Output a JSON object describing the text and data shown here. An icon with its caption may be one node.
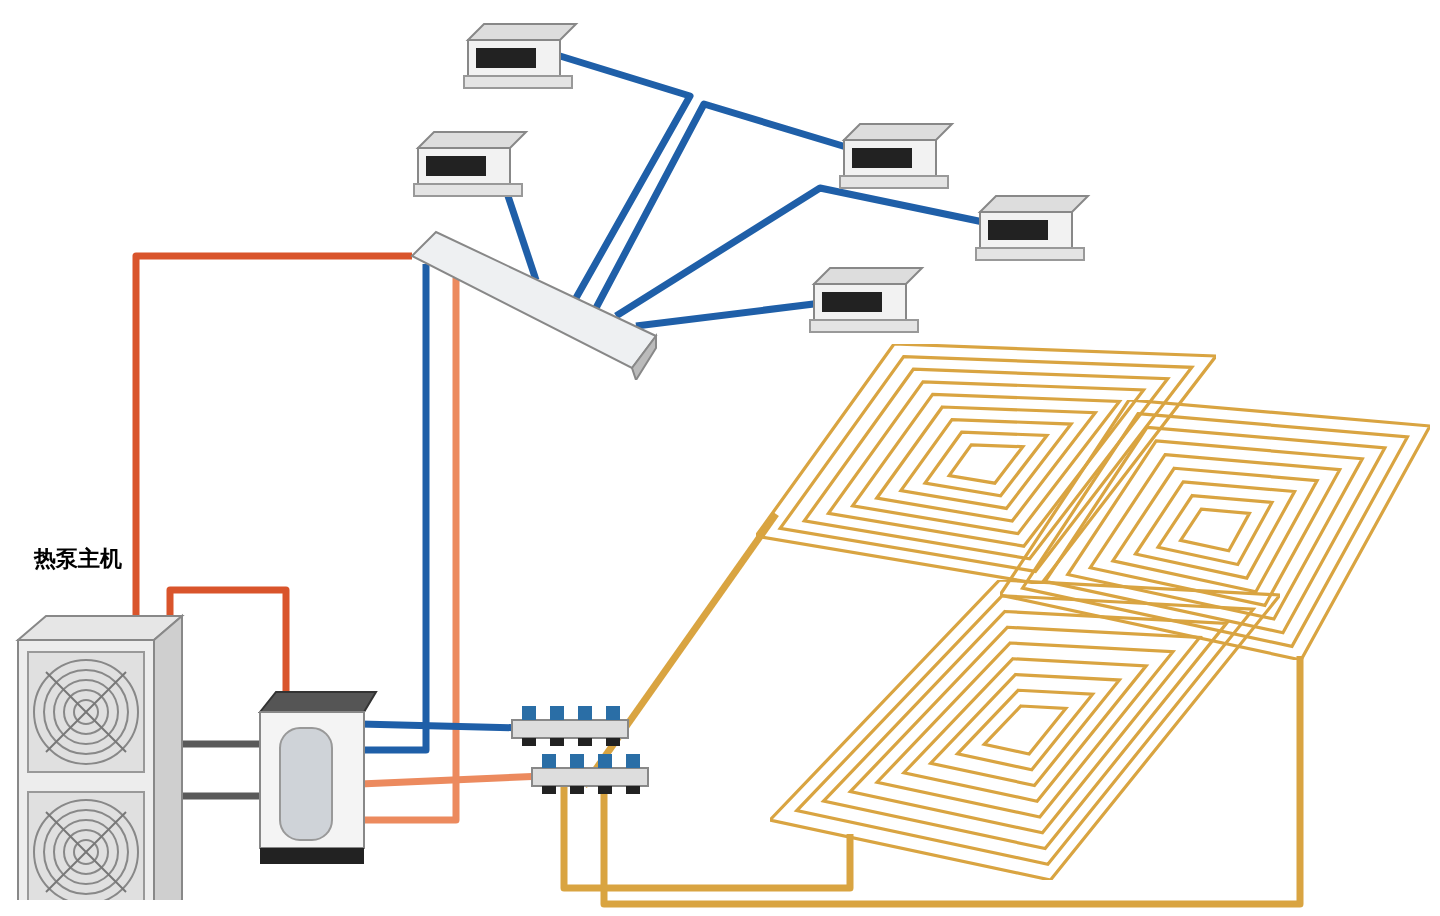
{
  "diagram": {
    "nodes": [
      {
        "text": [
          "热泵主机"
        ]
      },
      {
        "text": [],
        "shape": "box"
      },
      {
        "text": [],
        "shape": "box"
      },
      {
        "text": [],
        "shape": "box"
      },
      {
        "text": [],
        "shape": "box"
      },
      {
        "text": [],
        "shape": "box"
      },
      {
        "text": [],
        "shape": "box"
      },
      {
        "text": [],
        "shape": "box"
      },
      {
        "text": [],
        "shape": "box"
      },
      {
        "text": [],
        "shape": "picture"
      },
      {
        "text": [],
        "shape": "picture"
      },
      {
        "text": [],
        "shape": "picture"
      }
    ],
    "edges": [
      {
        "from": 0,
        "to": 1,
        "arrow": "none",
        "color": "#5a5a5a"
      },
      {
        "from": 0,
        "to": 1,
        "arrow": "none",
        "color": "#5a5a5a"
      },
      {
        "from": 0,
        "to": 2,
        "arrow": "none",
        "color": "#d9542b"
      },
      {
        "from": 0,
        "to": 1,
        "arrow": "none",
        "color": "#d9542b"
      },
      {
        "from": 1,
        "to": 2,
        "arrow": "none"
      },
      {
        "from": 1,
        "to": 2,
        "arrow": "none",
        "color": "#ec8a5e"
      },
      {
        "from": 2,
        "to": 3,
        "arrow": "none"
      },
      {
        "from": 2,
        "to": 4,
        "arrow": "none"
      },
      {
        "from": 2,
        "to": 5,
        "arrow": "none"
      },
      {
        "from": 2,
        "to": 6,
        "arrow": "none"
      },
      {
        "from": 2,
        "to": 7,
        "arrow": "none"
      },
      {
        "from": 1,
        "to": 8,
        "arrow": "none"
      },
      {
        "from": 1,
        "to": 8,
        "arrow": "none",
        "color": "#ec8a5e"
      },
      {
        "from": 8,
        "to": 9,
        "arrow": "none",
        "color": "#d9a441"
      },
      {
        "from": 8,
        "to": 10,
        "arrow": "none",
        "color": "#d9a441"
      },
      {
        "from": 8,
        "to": 11,
        "arrow": "none",
        "color": "#d9a441"
      }
    ]
  }
}
